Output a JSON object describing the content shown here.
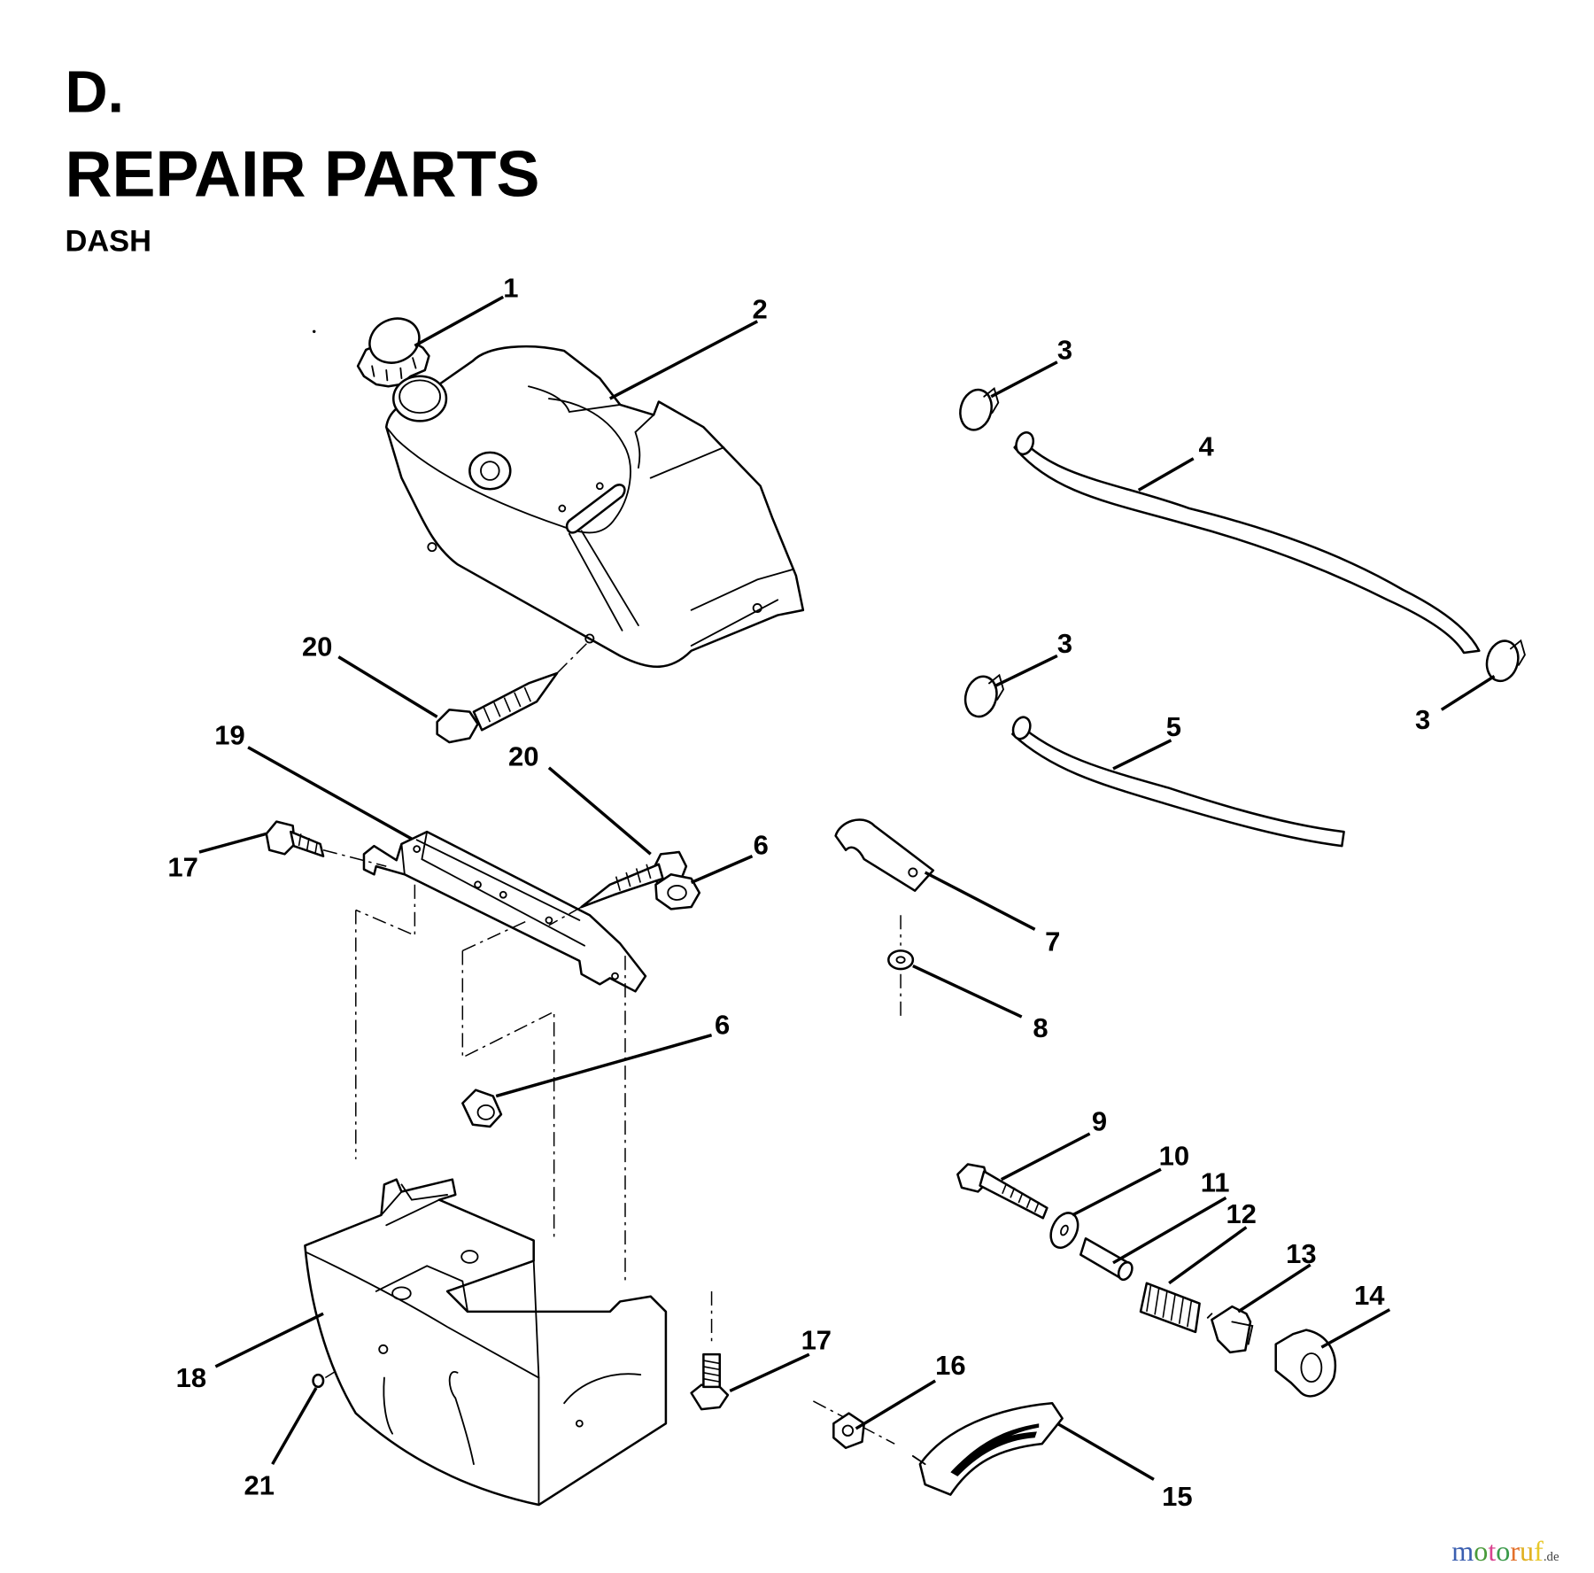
{
  "header": {
    "section": "D.",
    "title": "REPAIR PARTS",
    "subtitle": "DASH"
  },
  "callouts": [
    {
      "id": "c1",
      "label": "1",
      "part": "fuel-cap"
    },
    {
      "id": "c2",
      "label": "2",
      "part": "fuel-tank-dash"
    },
    {
      "id": "c3a",
      "label": "3",
      "part": "hose-clamp"
    },
    {
      "id": "c4",
      "label": "4",
      "part": "fuel-hose-long"
    },
    {
      "id": "c3b",
      "label": "3",
      "part": "hose-clamp"
    },
    {
      "id": "c3c",
      "label": "3",
      "part": "hose-clamp"
    },
    {
      "id": "c5",
      "label": "5",
      "part": "fuel-hose-short"
    },
    {
      "id": "c20a",
      "label": "20",
      "part": "screw"
    },
    {
      "id": "c19",
      "label": "19",
      "part": "dash-bracket"
    },
    {
      "id": "c20b",
      "label": "20",
      "part": "screw"
    },
    {
      "id": "c17a",
      "label": "17",
      "part": "bolt"
    },
    {
      "id": "c6a",
      "label": "6",
      "part": "nut"
    },
    {
      "id": "c7",
      "label": "7",
      "part": "hose-clip"
    },
    {
      "id": "c8",
      "label": "8",
      "part": "washer"
    },
    {
      "id": "c6b",
      "label": "6",
      "part": "nut"
    },
    {
      "id": "c9",
      "label": "9",
      "part": "bolt"
    },
    {
      "id": "c10",
      "label": "10",
      "part": "washer"
    },
    {
      "id": "c11",
      "label": "11",
      "part": "spacer"
    },
    {
      "id": "c12",
      "label": "12",
      "part": "spring"
    },
    {
      "id": "c13",
      "label": "13",
      "part": "lever-block"
    },
    {
      "id": "c14",
      "label": "14",
      "part": "knob-bushing"
    },
    {
      "id": "c17b",
      "label": "17",
      "part": "bolt"
    },
    {
      "id": "c16",
      "label": "16",
      "part": "nut"
    },
    {
      "id": "c18",
      "label": "18",
      "part": "dash-panel"
    },
    {
      "id": "c15",
      "label": "15",
      "part": "throttle-plate"
    },
    {
      "id": "c21",
      "label": "21",
      "part": "plug"
    }
  ],
  "watermark": {
    "letters": [
      "m",
      "o",
      "t",
      "o",
      "r",
      "u",
      "f"
    ],
    "colors": [
      "#3b5fb0",
      "#4a9a3a",
      "#d9438f",
      "#3a9a4a",
      "#e3702a",
      "#e0b020",
      "#e8c828"
    ],
    "suffix": ".de",
    "suffix_color": "#444444"
  }
}
